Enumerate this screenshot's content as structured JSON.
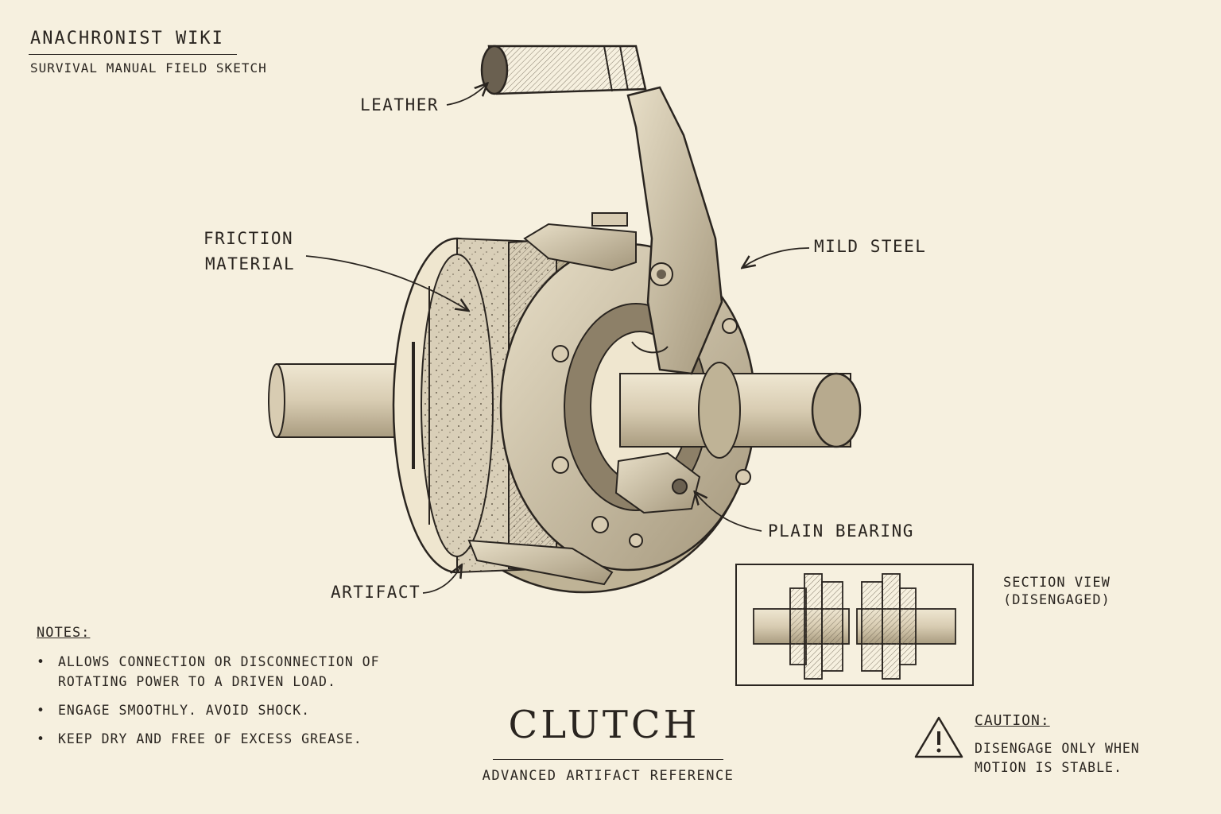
{
  "header": {
    "title": "ANACHRONIST WIKI",
    "subtitle": "SURVIVAL MANUAL FIELD SKETCH"
  },
  "callouts": {
    "leather": "LEATHER",
    "friction_line1": "FRICTION",
    "friction_line2": "MATERIAL",
    "mild_steel": "MILD STEEL",
    "plain_bearing": "PLAIN BEARING",
    "artifact": "ARTIFACT"
  },
  "section_view": {
    "label_line1": "SECTION VIEW",
    "label_line2": "(DISENGAGED)"
  },
  "notes": {
    "title": "NOTES:",
    "items": [
      "ALLOWS CONNECTION OR DISCONNECTION OF ROTATING POWER TO A DRIVEN LOAD.",
      "ENGAGE SMOOTHLY. AVOID SHOCK.",
      "KEEP DRY AND FREE OF EXCESS GREASE."
    ]
  },
  "title_block": {
    "title": "CLUTCH",
    "subtitle": "ADVANCED ARTIFACT REFERENCE"
  },
  "caution": {
    "title": "CAUTION:",
    "text": "DISENGAGE ONLY WHEN MOTION IS STABLE.",
    "icon": "warning-triangle-icon"
  },
  "colors": {
    "paper": "#f6f0df",
    "ink": "#2a2520"
  }
}
